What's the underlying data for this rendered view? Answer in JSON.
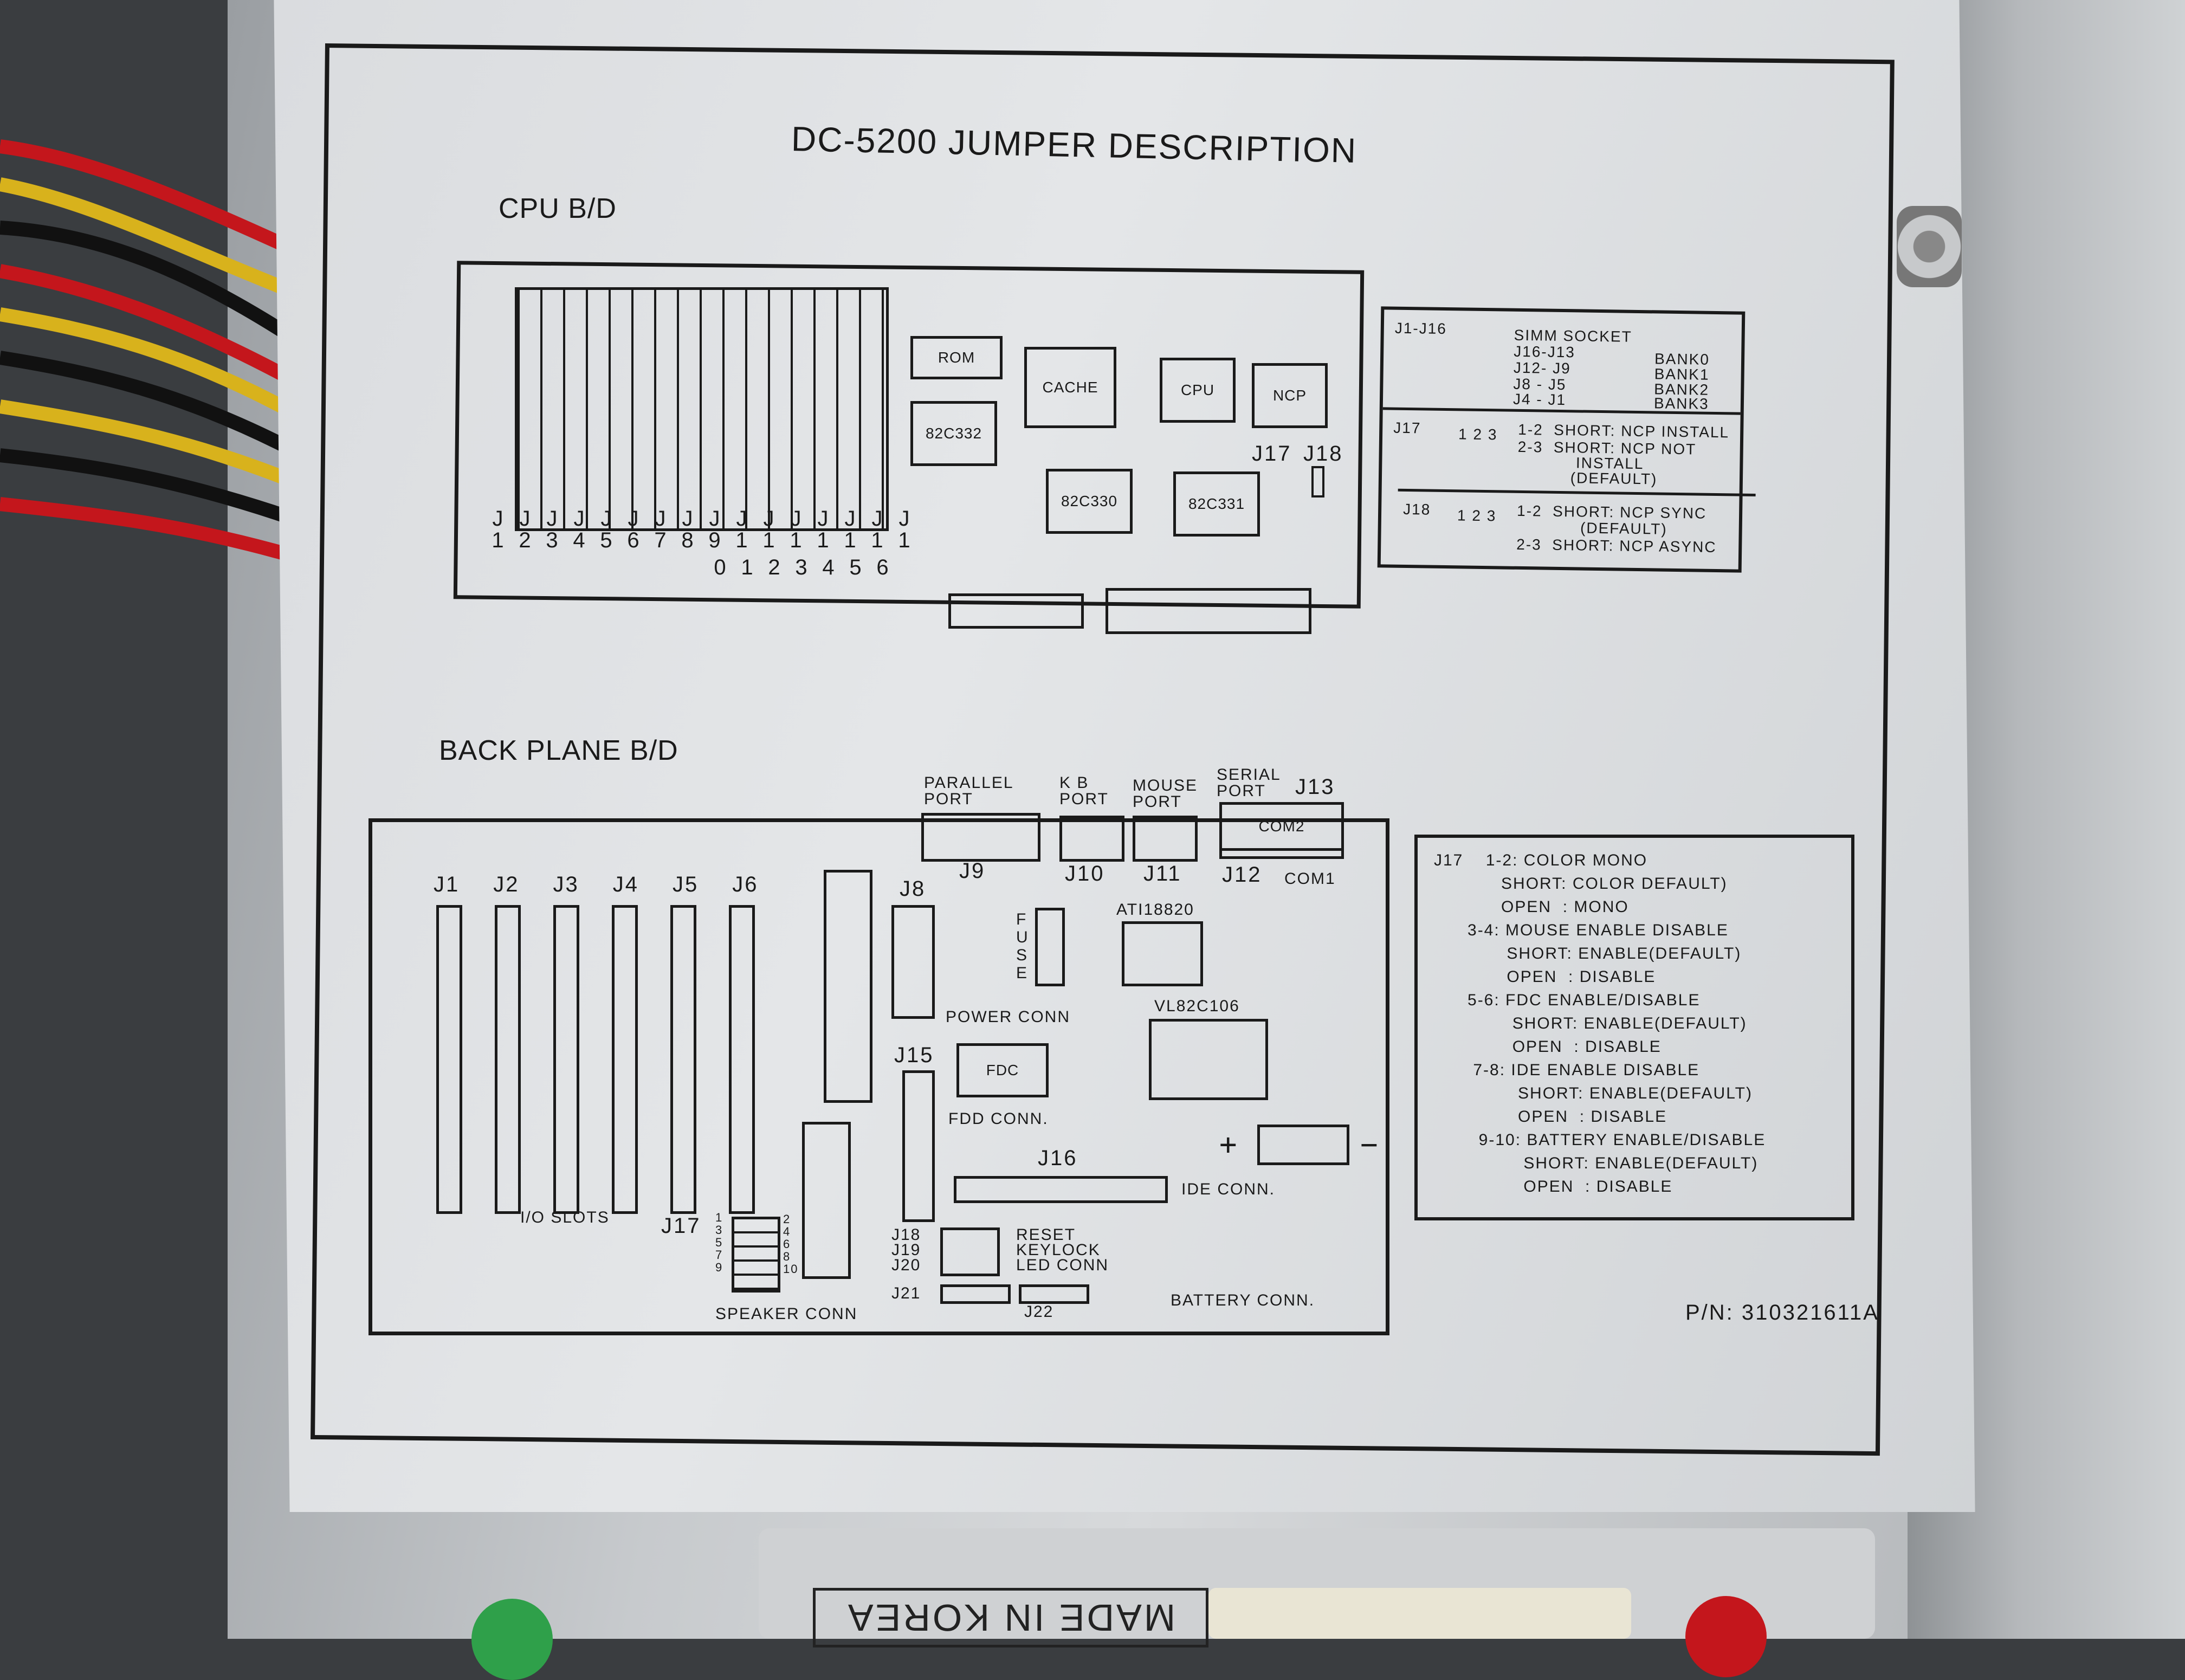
{
  "title": "DC-5200 JUMPER DESCRIPTION",
  "cpu": {
    "section_label": "CPU B/D",
    "chips": [
      "ROM",
      "CACHE",
      "CPU",
      "NCP",
      "82C332",
      "82C330",
      "82C331"
    ],
    "jumper_labels": [
      "J17",
      "J18"
    ],
    "simm_row_top": [
      "J",
      "J",
      "J",
      "J",
      "J",
      "J",
      "J",
      "J",
      "J",
      "J",
      "J",
      "J",
      "J",
      "J",
      "J",
      "J"
    ],
    "simm_row_mid": [
      "1",
      "2",
      "3",
      "4",
      "5",
      "6",
      "7",
      "8",
      "9",
      "1",
      "1",
      "1",
      "1",
      "1",
      "1",
      "1"
    ],
    "simm_row_bot": [
      "0",
      "1",
      "2",
      "3",
      "4",
      "5",
      "6"
    ],
    "notes": {
      "simm": {
        "id": "J1-J16",
        "head": "SIMM SOCKET",
        "rows": [
          [
            "J16-J13",
            "BANK0"
          ],
          [
            "J12- J9",
            "BANK1"
          ],
          [
            "J8 - J5",
            "BANK2"
          ],
          [
            "J4 - J1",
            "BANK3"
          ]
        ]
      },
      "j17": {
        "id": "J17",
        "pins": "1 2 3",
        "lines": [
          "1-2  SHORT: NCP INSTALL",
          "2-3  SHORT: NCP NOT",
          "           INSTALL",
          "          (DEFAULT)"
        ]
      },
      "j18": {
        "id": "J18",
        "pins": "1 2 3",
        "lines": [
          "1-2  SHORT: NCP SYNC",
          "            (DEFAULT)",
          "2-3  SHORT: NCP ASYNC"
        ]
      }
    }
  },
  "backplane": {
    "section_label": "BACK PLANE B/D",
    "slots": [
      "J1",
      "J2",
      "J3",
      "J4",
      "J5",
      "J6"
    ],
    "io_label": "I/O  SLOTS",
    "ports": {
      "parallel": "PARALLEL\nPORT",
      "kb": "K B\nPORT",
      "mouse": "MOUSE\nPORT",
      "serial": "SERIAL\nPORT",
      "j13": "J13",
      "com2": "COM2",
      "com1": "COM1",
      "j9": "J9",
      "j10": "J10",
      "j11": "J11",
      "j12": "J12"
    },
    "chips": {
      "fuse": "FUSE",
      "ati": "ATI18820",
      "vl": "VL82C106",
      "fdc": "FDC"
    },
    "labels": {
      "j8": "J8",
      "power": "POWER  CONN",
      "j15": "J15",
      "fdd": "FDD  CONN.",
      "j16": "J16",
      "ide": "IDE  CONN.",
      "plus": "+",
      "minus": "−",
      "j17": "J17",
      "j18": "J18",
      "j19": "J19",
      "j20": "J20",
      "j21": "J21",
      "j22": "J22",
      "reset": "RESET",
      "keylock": "KEYLOCK",
      "led": "LED CONN",
      "battery": "BATTERY  CONN.",
      "speaker": "SPEAKER  CONN",
      "j17_odd": "1\n3\n5\n7\n9",
      "j17_even": "2\n4\n6\n8\n10"
    },
    "notes": [
      "J17    1-2: COLOR MONO",
      "            SHORT: COLOR DEFAULT)",
      "            OPEN  : MONO",
      "      3-4: MOUSE ENABLE DISABLE",
      "             SHORT: ENABLE(DEFAULT)",
      "             OPEN  : DISABLE",
      "      5-6: FDC ENABLE/DISABLE",
      "              SHORT: ENABLE(DEFAULT)",
      "              OPEN  : DISABLE",
      "       7-8: IDE ENABLE DISABLE",
      "               SHORT: ENABLE(DEFAULT)",
      "               OPEN  : DISABLE",
      "        9-10: BATTERY ENABLE/DISABLE",
      "                SHORT: ENABLE(DEFAULT)",
      "                OPEN  : DISABLE"
    ]
  },
  "part_number": "P/N: 310321611A",
  "made_in": "MADE IN KOREA",
  "colors": {
    "ink": "#1a1a1a",
    "label": "#e0e2e4",
    "chassis": "#c4c7ca",
    "wire_red": "#c4161c",
    "wire_yellow": "#d8b21c"
  }
}
